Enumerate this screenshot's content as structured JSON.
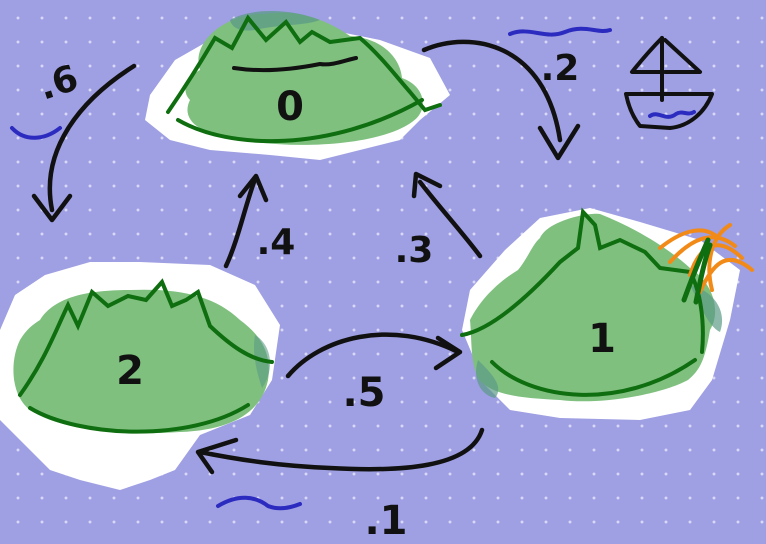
{
  "diagram": {
    "nodes": [
      {
        "id": "0",
        "label": "0"
      },
      {
        "id": "1",
        "label": "1"
      },
      {
        "id": "2",
        "label": "2"
      }
    ],
    "edges": [
      {
        "from": "0",
        "to": "1",
        "label": ".2"
      },
      {
        "from": "0",
        "to": "2",
        "label": ".6"
      },
      {
        "from": "2",
        "to": "0",
        "label": ".4"
      },
      {
        "from": "1",
        "to": "0",
        "label": ".3"
      },
      {
        "from": "2",
        "to": "1",
        "label": ".5"
      },
      {
        "from": "1",
        "to": "2",
        "label": ".1"
      }
    ]
  },
  "colors": {
    "water": "#9f9fe3",
    "island_fill": "#7fc07f",
    "island_outline": "#0f6e0f",
    "ink": "#111111",
    "wave": "#2b2bc0",
    "palm": "#f28a18"
  },
  "icons": [
    "sailboat-icon",
    "palm-tree-icon",
    "wave-icon"
  ]
}
